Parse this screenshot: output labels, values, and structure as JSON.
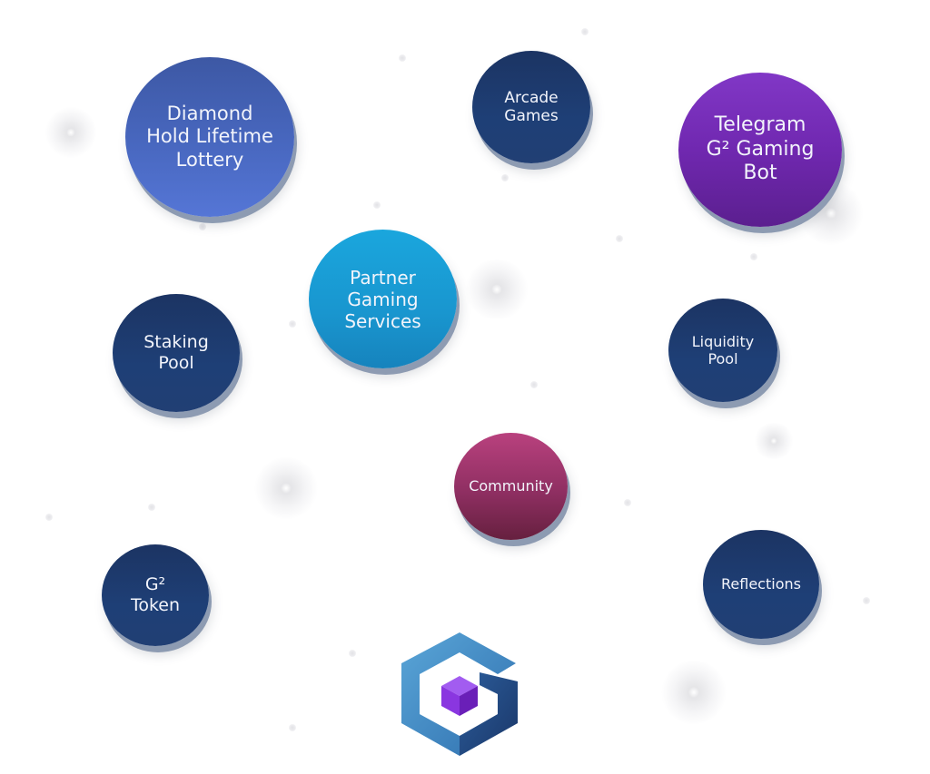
{
  "diagram": {
    "nodes": [
      {
        "id": "diamond-hold-lifetime-lottery",
        "label": "Diamond\nHold Lifetime\nLottery",
        "color": "#4a67bb"
      },
      {
        "id": "arcade-games",
        "label": "Arcade\nGames",
        "color": "#1f3a6c"
      },
      {
        "id": "telegram-g2-gaming-bot",
        "label": "Telegram\nG² Gaming\nBot",
        "color": "#7430b5"
      },
      {
        "id": "partner-gaming-services",
        "label": "Partner\nGaming\nServices",
        "color": "#1a9ad3"
      },
      {
        "id": "staking-pool",
        "label": "Staking\nPool",
        "color": "#1f3a6c"
      },
      {
        "id": "liquidity-pool",
        "label": "Liquidity\nPool",
        "color": "#1f3a6c"
      },
      {
        "id": "community",
        "label": "Community",
        "color": "#94305f"
      },
      {
        "id": "g2-token",
        "label": "G²\nToken",
        "color": "#1f3a6c"
      },
      {
        "id": "reflections",
        "label": "Reflections",
        "color": "#1f3a6c"
      }
    ],
    "logo": {
      "name": "G2 cube logo",
      "colors": [
        "#4a8ac4",
        "#1e3f76",
        "#8d3be0"
      ]
    }
  }
}
